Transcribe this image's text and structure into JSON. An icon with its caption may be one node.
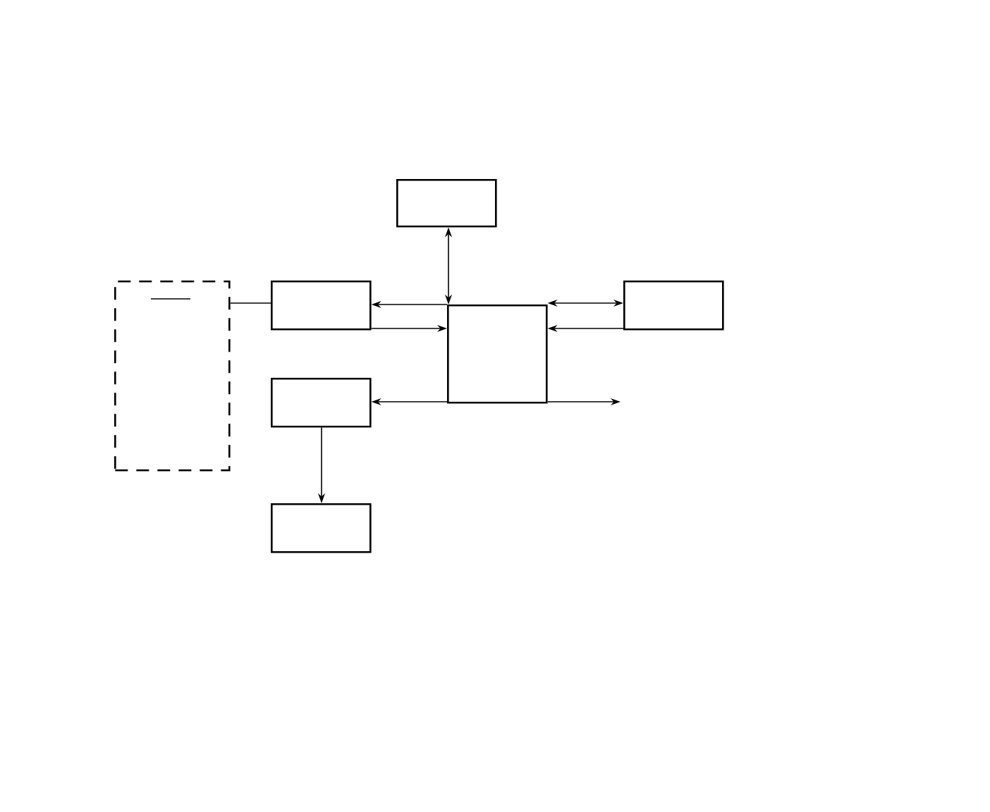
{
  "diagram": {
    "nodes": [
      {
        "text": [],
        "shape": "box"
      },
      {
        "text": [],
        "shape": "box"
      },
      {
        "text": [],
        "shape": "box"
      },
      {
        "text": [],
        "shape": "box"
      },
      {
        "text": [],
        "shape": "box"
      },
      {
        "text": [],
        "shape": "box"
      },
      {
        "text": [],
        "shape": "box"
      }
    ],
    "edges": [
      {
        "from": 0,
        "to": 4,
        "arrow": "both"
      },
      {
        "from": 4,
        "to": 2,
        "arrow": "to"
      },
      {
        "from": 2,
        "to": 4,
        "arrow": "to"
      },
      {
        "from": 4,
        "to": 3,
        "arrow": "both"
      },
      {
        "from": 3,
        "to": 4,
        "arrow": "to"
      },
      {
        "from": 4,
        "to": 5,
        "arrow": "to"
      },
      {
        "from": 4,
        "to": null,
        "arrow": "to"
      },
      {
        "from": 5,
        "to": 6,
        "arrow": "to"
      },
      {
        "from": 1,
        "to": 2,
        "arrow": "none"
      }
    ]
  }
}
